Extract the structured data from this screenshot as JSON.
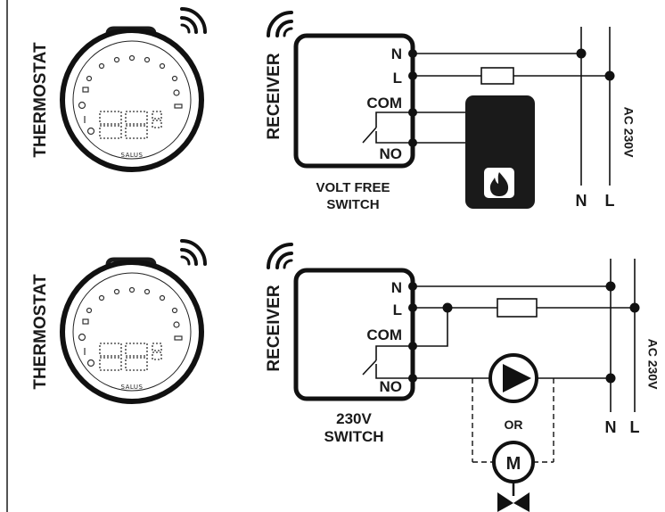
{
  "panels": [
    {
      "thermostat_label": "THERMOSTAT",
      "brand": "SALUS",
      "receiver_label": "RECEIVER",
      "terminals": [
        "N",
        "L",
        "COM",
        "NO"
      ],
      "switch_label": [
        "VOLT FREE",
        "SWITCH"
      ],
      "supply_label": "AC 230V",
      "rail_labels": [
        "N",
        "L"
      ],
      "load_icon": "flame-icon"
    },
    {
      "thermostat_label": "THERMOSTAT",
      "brand": "SALUS",
      "receiver_label": "RECEIVER",
      "terminals": [
        "N",
        "L",
        "COM",
        "NO"
      ],
      "switch_label": [
        "230V",
        "SWITCH"
      ],
      "supply_label": "AC 230V",
      "rail_labels": [
        "N",
        "L"
      ],
      "or_label": "OR",
      "pump_icon": "pump-icon",
      "motor_label": "M",
      "valve_icon": "valve-icon"
    }
  ],
  "colors": {
    "line": "#1a1a1a",
    "background": "#ffffff"
  }
}
